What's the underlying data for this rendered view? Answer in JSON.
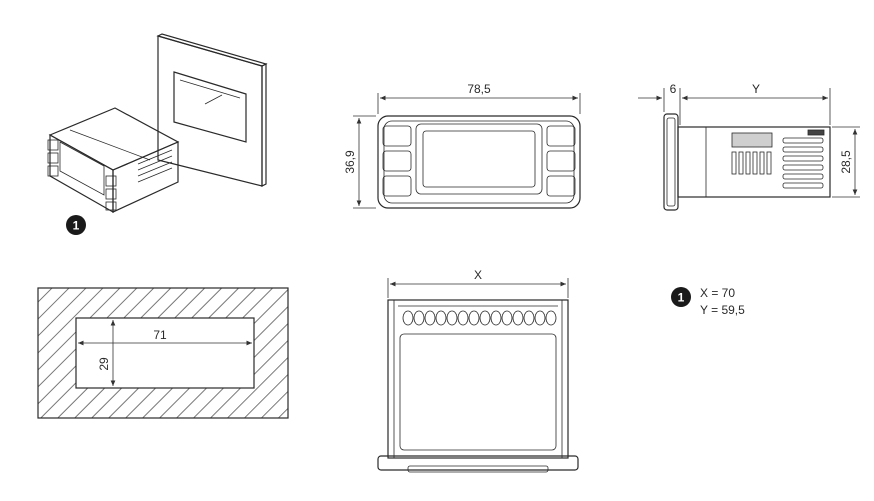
{
  "front_view": {
    "width_label": "78,5",
    "height_label": "36,9"
  },
  "side_view": {
    "depth_label": "6",
    "length_label": "Y",
    "height_label": "28,5"
  },
  "cutout": {
    "width_label": "71",
    "height_label": "29"
  },
  "top_view": {
    "width_label": "X"
  },
  "callout": {
    "marker": "1",
    "x_value": "X = 70",
    "y_value": "Y = 59,5"
  },
  "colors": {
    "line": "#2a2a2a",
    "hatch": "#555555",
    "marker": "#1a1a1a"
  }
}
